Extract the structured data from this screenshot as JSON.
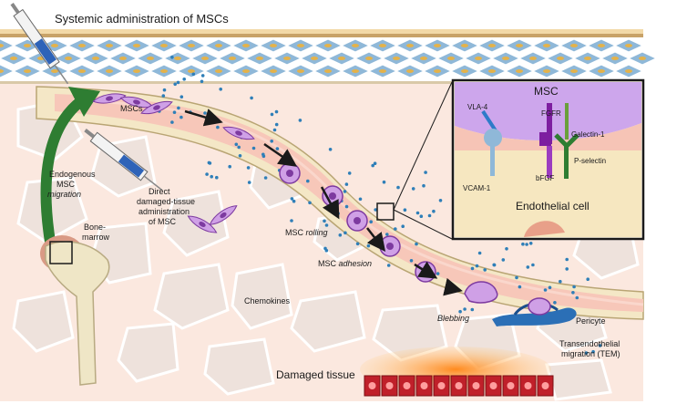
{
  "labels": {
    "systemic": "Systemic administration of MSCs",
    "mscs": "MSCs",
    "endogenous_1": "Endogenous",
    "endogenous_2": "MSC",
    "endogenous_3": "migration",
    "bone_1": "Bone-",
    "bone_2": "marrow",
    "direct_1": "Direct",
    "direct_2": "damaged-tissue",
    "direct_3": "administration",
    "direct_4": "of MSC",
    "rolling_prefix": "MSC ",
    "rolling_em": "rolling",
    "adhesion_prefix": "MSC ",
    "adhesion_em": "adhesion",
    "chemokines": "Chemokines",
    "blebbing": "Blebbing",
    "pericyte": "Pericyte",
    "tem_1": "Transendothelial",
    "tem_2": "migration (TEM)",
    "damaged": "Damaged tissue"
  },
  "inset": {
    "msc": "MSC",
    "vla4": "VLA-4",
    "fgfr": "FGFR",
    "galectin": "Galectin-1",
    "pselectin": "P-selectin",
    "vcam": "VCAM-1",
    "bfgf": "bFGF",
    "endothelial": "Endothelial cell"
  },
  "colors": {
    "tissue": "#f8e3d8",
    "vessel_lumen": "#f6c4b6",
    "msc": "#cfa0e6",
    "msc_dark": "#7d3aa0",
    "endothelium": "#8fb8d8",
    "chemokine": "#2f7fb8",
    "migration_arrow": "#2e7d32"
  }
}
